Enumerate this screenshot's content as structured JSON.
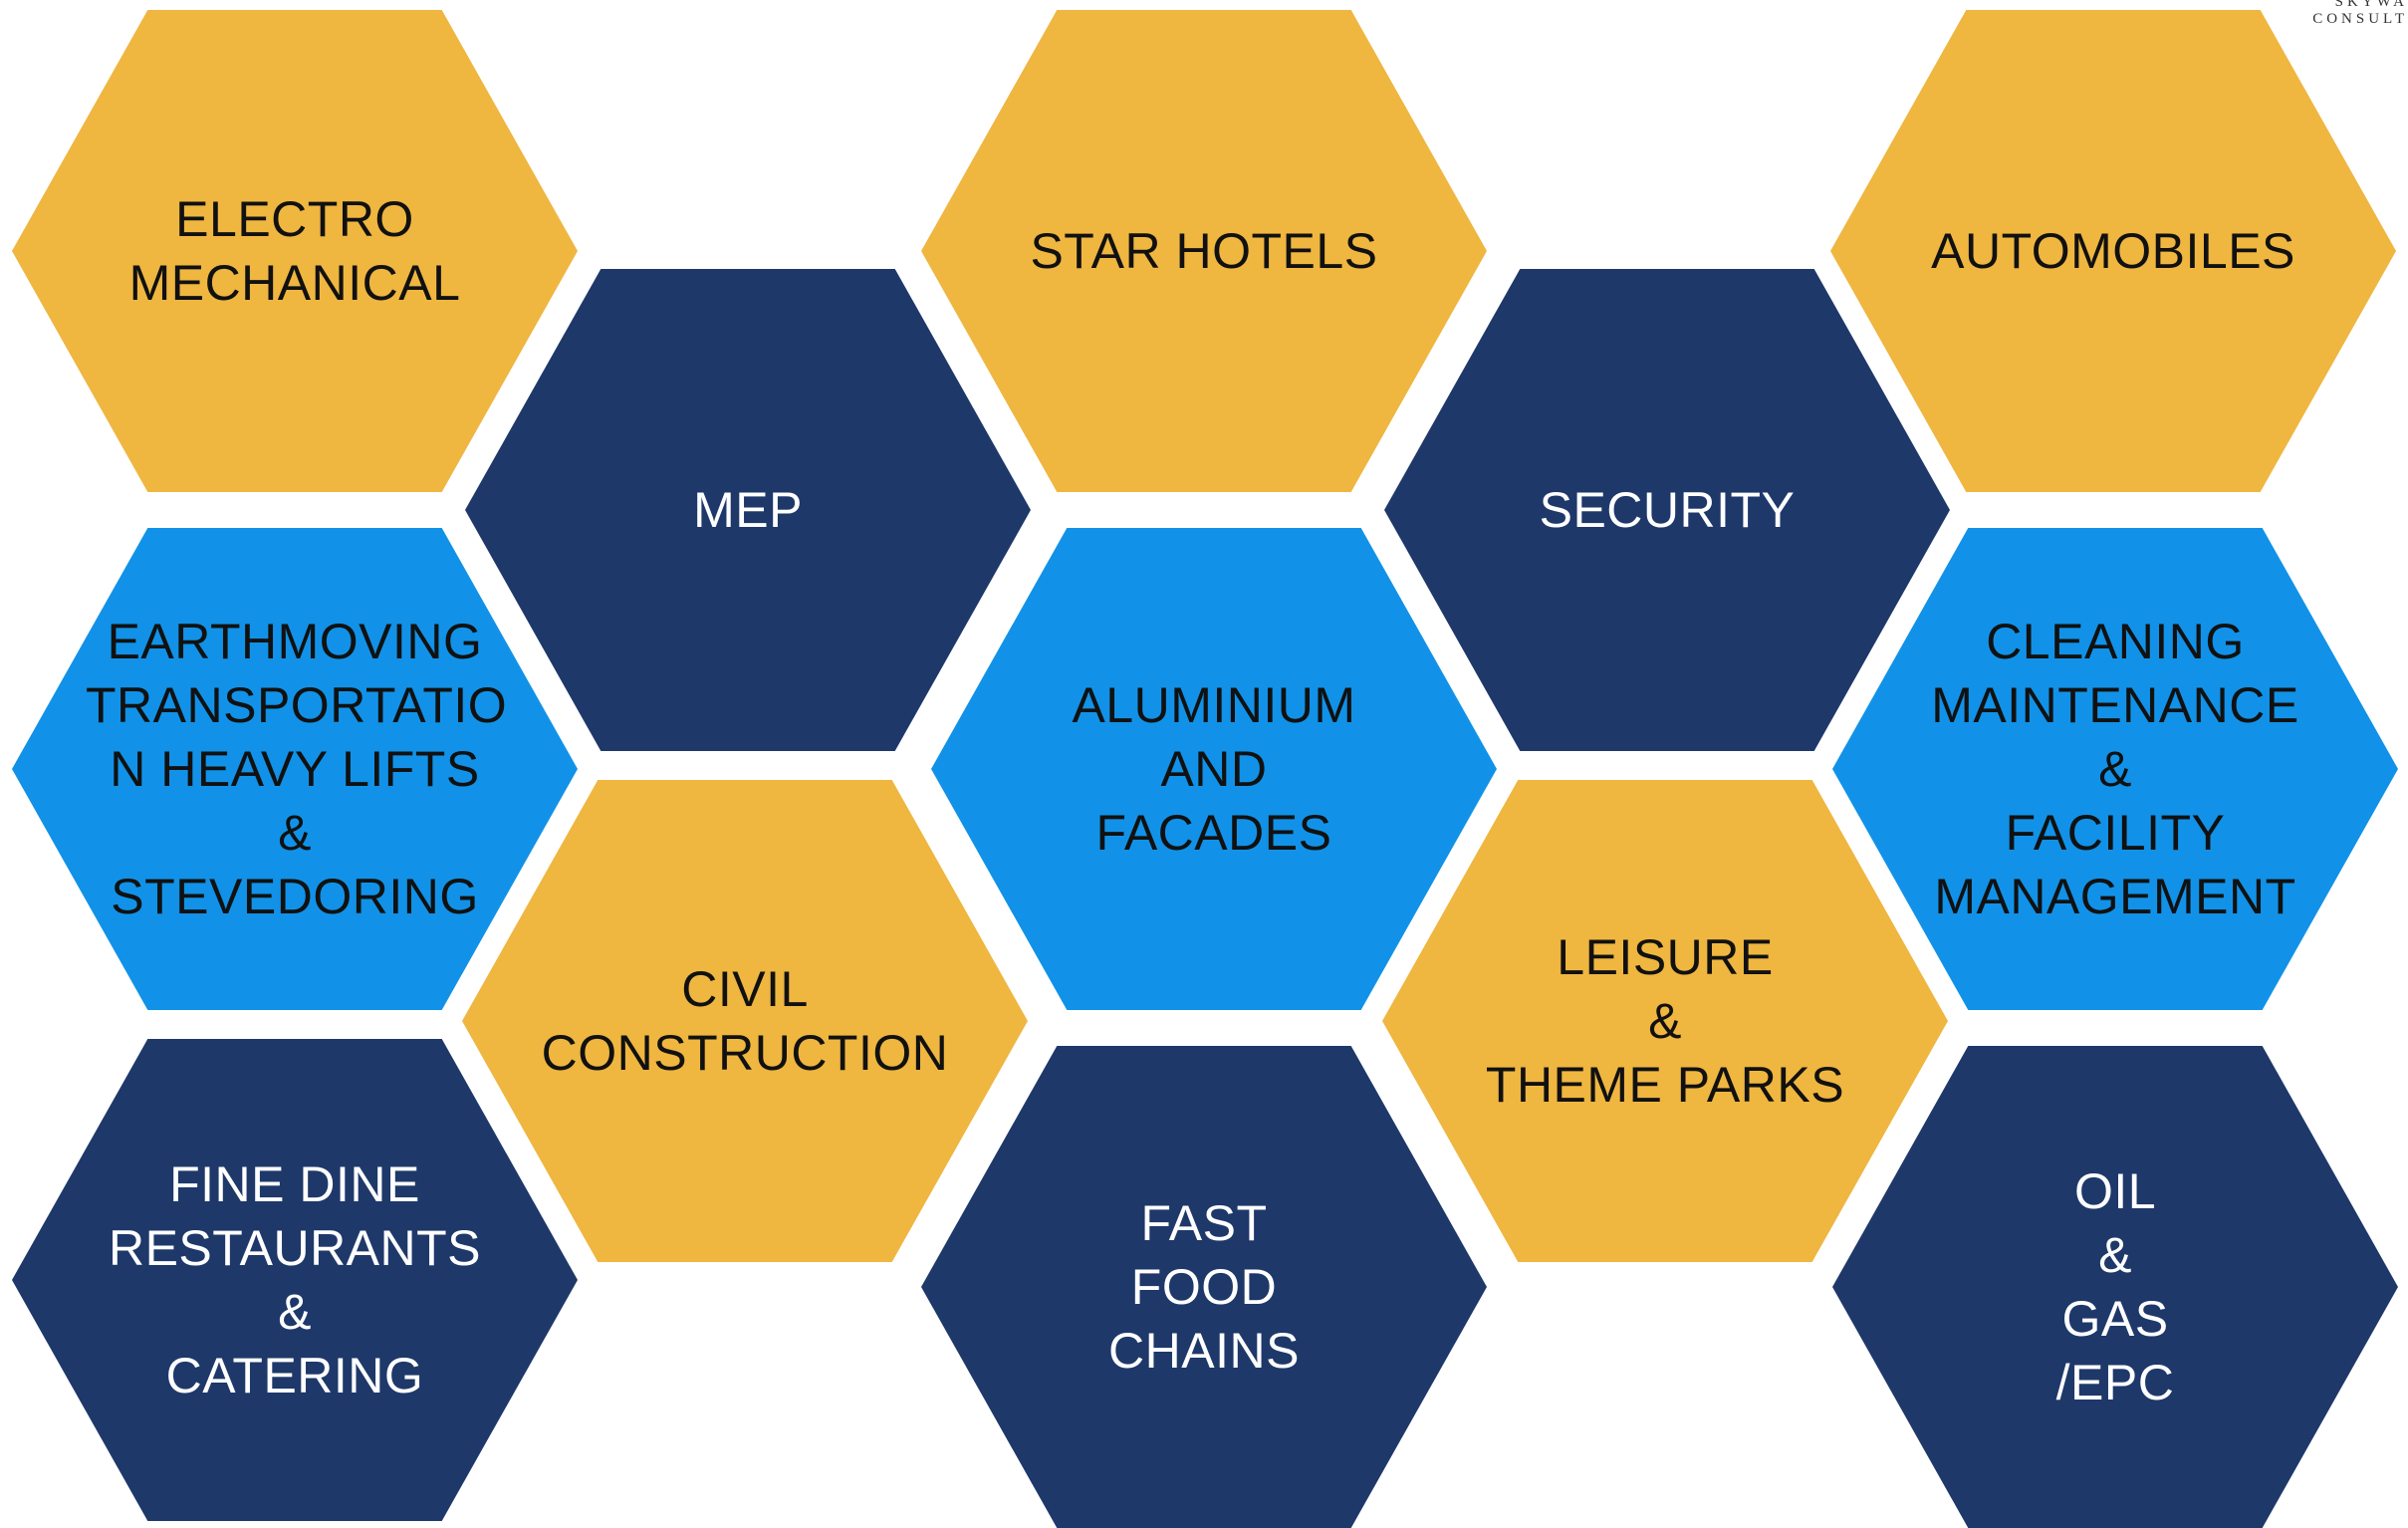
{
  "colors": {
    "gold": "#efb640",
    "navy": "#1e386a",
    "blue": "#1192e8"
  },
  "logo": {
    "line1": "SKYWA",
    "line2": "CONSULT"
  },
  "hexagons": [
    {
      "id": "electro-mechanical",
      "color": "gold",
      "label": "ELECTRO\nMECHANICAL"
    },
    {
      "id": "star-hotels",
      "color": "gold",
      "label": "STAR HOTELS"
    },
    {
      "id": "automobiles",
      "color": "gold",
      "label": "AUTOMOBILES"
    },
    {
      "id": "mep",
      "color": "navy",
      "label": "MEP"
    },
    {
      "id": "security",
      "color": "navy",
      "label": "SECURITY"
    },
    {
      "id": "earthmoving",
      "color": "blue",
      "label": "EARTHMOVING\nTRANSPORTATIO\nN HEAVY LIFTS\n&\nSTEVEDORING"
    },
    {
      "id": "aluminium",
      "color": "blue",
      "label": "ALUMINIUM\nAND\nFACADES"
    },
    {
      "id": "cleaning",
      "color": "blue",
      "label": "CLEANING\nMAINTENANCE\n&\nFACILITY\nMANAGEMENT"
    },
    {
      "id": "civil-construction",
      "color": "gold",
      "label": "CIVIL\nCONSTRUCTION"
    },
    {
      "id": "leisure",
      "color": "gold",
      "label": "LEISURE\n&\nTHEME PARKS"
    },
    {
      "id": "fine-dine",
      "color": "navy",
      "label": "FINE DINE\nRESTAURANTS\n&\nCATERING"
    },
    {
      "id": "fast-food",
      "color": "navy",
      "label": "FAST\nFOOD\nCHAINS"
    },
    {
      "id": "oil-gas",
      "color": "navy",
      "label": "OIL\n&\nGAS\n/EPC"
    }
  ]
}
